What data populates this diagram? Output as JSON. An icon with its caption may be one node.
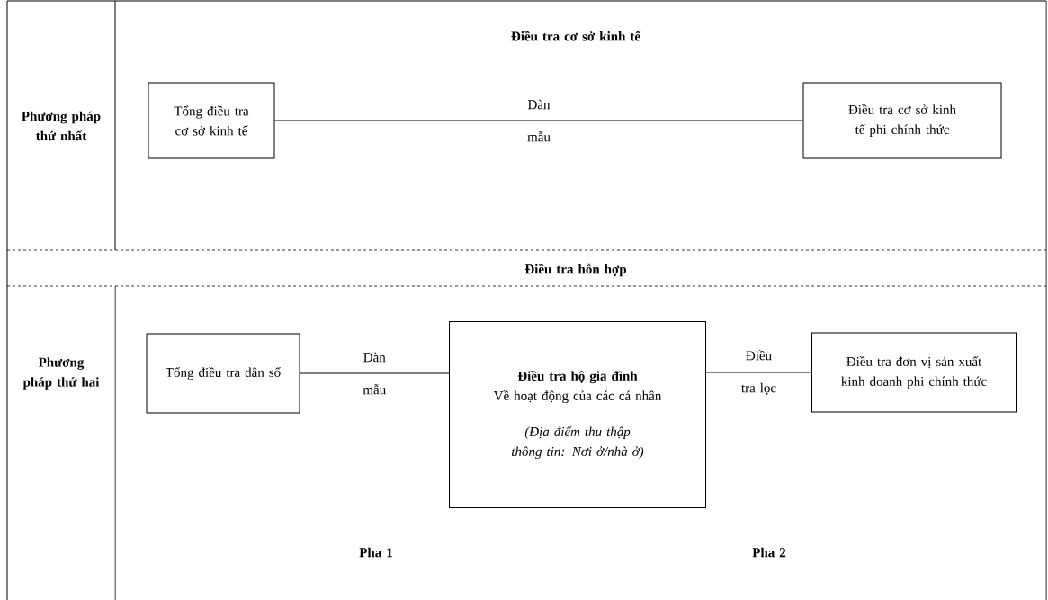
{
  "diagram": {
    "nodes": [
      {
        "text": [
          "Tổng điều tra cơ sở kinh tế"
        ]
      },
      {
        "text": [
          "Điều tra cơ sở kinh tế phi chính thức"
        ]
      },
      {
        "text": [
          "Tổng điều tra dân số"
        ]
      },
      {
        "text": [
          "Điều tra hộ gia đình",
          "Về hoạt động của các cá nhân",
          "(Địa điểm thu thập thông tin: Nơi ở/nhà ở)"
        ]
      },
      {
        "text": [
          "Điều tra đơn vị sản xuất kinh doanh phi chính thức"
        ]
      }
    ],
    "edges": [
      {
        "from": 0,
        "to": 1,
        "arrow": "none",
        "label": "Dàn mẫu"
      },
      {
        "from": 2,
        "to": 3,
        "arrow": "none",
        "label": "Dàn mẫu"
      },
      {
        "from": 3,
        "to": 4,
        "arrow": "none",
        "label": "Điều tra lọc"
      }
    ],
    "labels": [
      "Điều tra cơ sở kinh tế",
      "Phương pháp thứ nhất",
      "Điều tra hỗn hợp",
      "Phương pháp thứ hai",
      "Pha 1",
      "Pha 2"
    ]
  }
}
